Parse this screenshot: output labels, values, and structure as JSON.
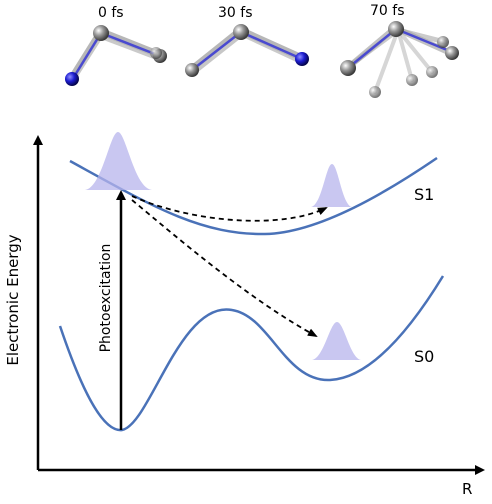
{
  "snapshots": [
    {
      "label": "0 fs"
    },
    {
      "label": "30 fs"
    },
    {
      "label": "70 fs"
    }
  ],
  "axes": {
    "y_label": "Electronic Energy",
    "x_label": "R"
  },
  "curves": {
    "upper_label": "S1",
    "lower_label": "S0",
    "color": "#4a72b8"
  },
  "excitation": {
    "label": "Photoexcitation"
  },
  "colors": {
    "wavepacket": "#b7b4ec",
    "atom_grey": "#8a8a8a",
    "atom_blue": "#1c1cd0",
    "arrow": "#000000"
  }
}
